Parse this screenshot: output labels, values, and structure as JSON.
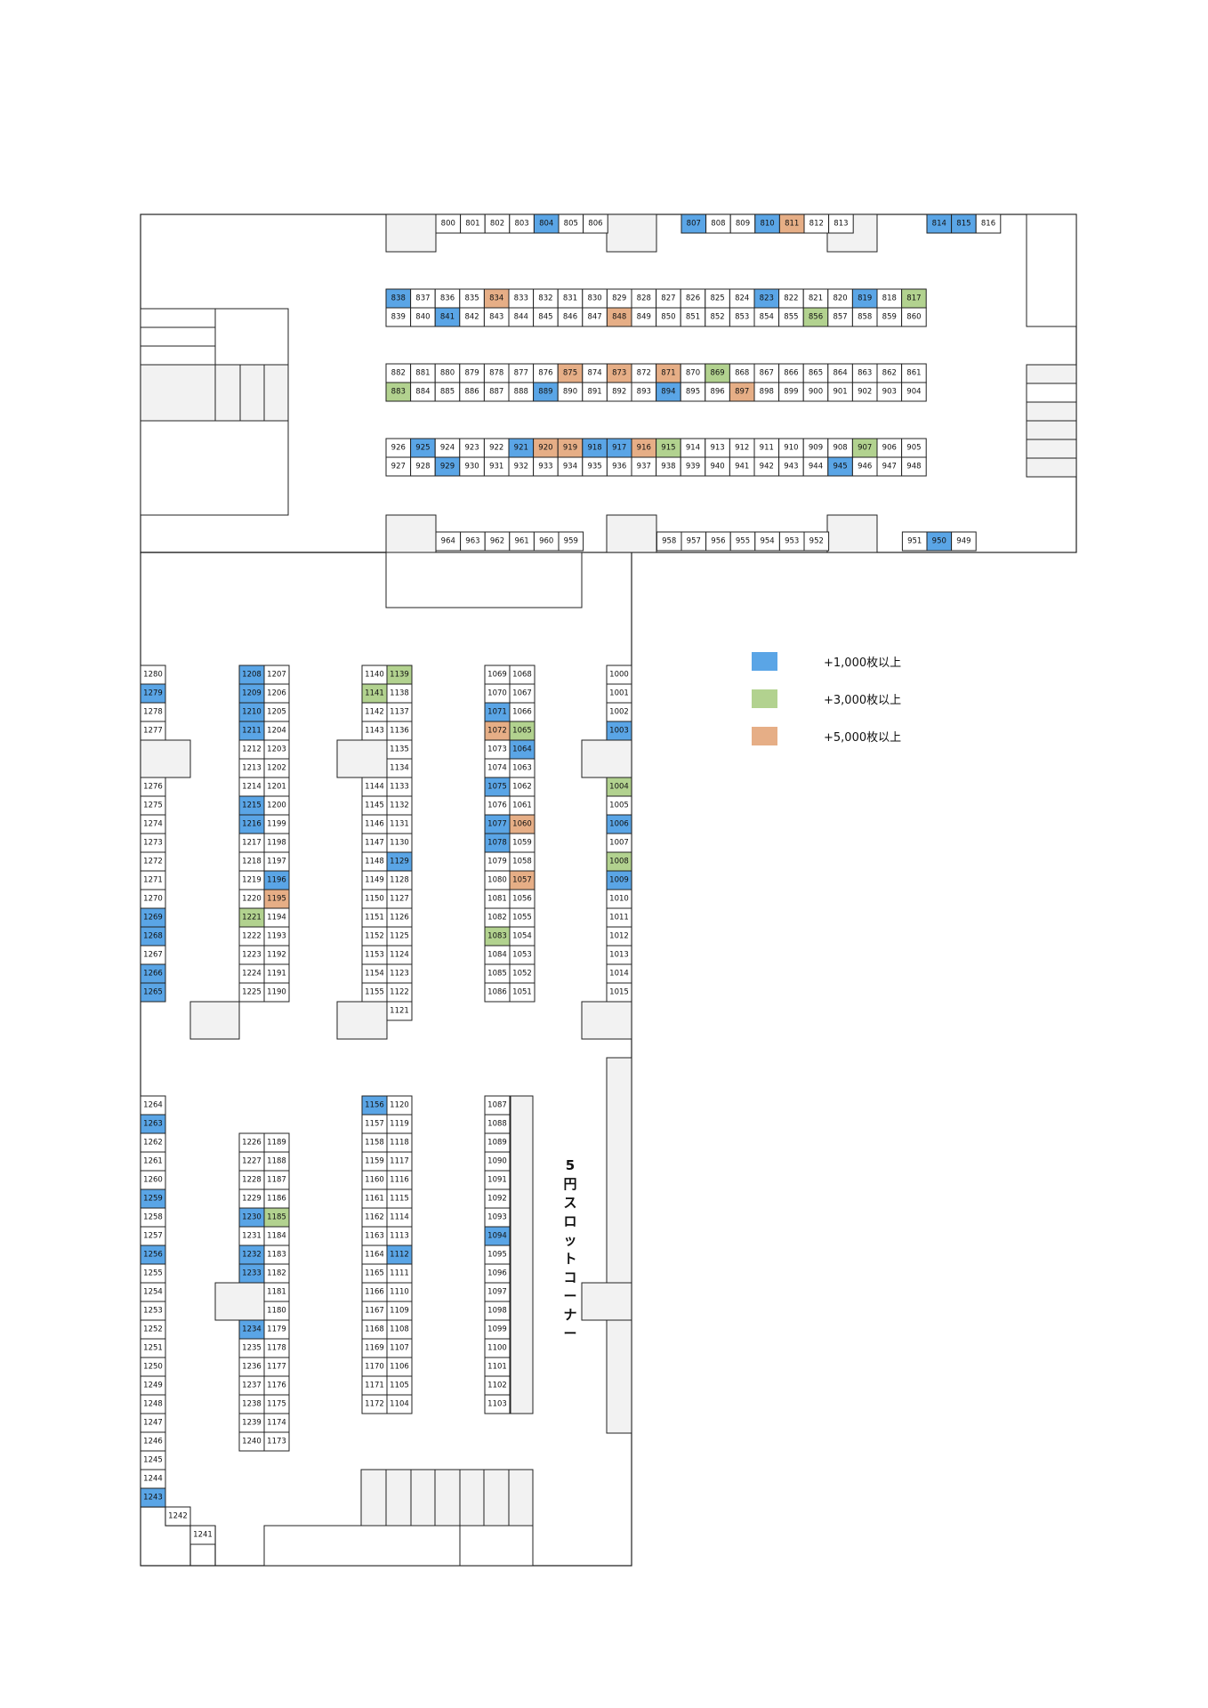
{
  "colors": {
    "blue": "#5aa5e6",
    "green": "#b2d28f",
    "orange": "#e6ae86"
  },
  "legend": [
    {
      "color": "blue",
      "label": "+1,000枚以上"
    },
    {
      "color": "green",
      "label": "+3,000枚以上"
    },
    {
      "color": "orange",
      "label": "+5,000枚以上"
    }
  ],
  "corner_label": "5円スロットコーナー",
  "rows": [
    {
      "cells": [
        [
          "800"
        ],
        [
          "801"
        ],
        [
          "802"
        ],
        [
          "803"
        ],
        [
          "804",
          "blue"
        ],
        [
          "805"
        ],
        [
          "806"
        ],
        null,
        null,
        null,
        [
          "807",
          "blue"
        ],
        [
          "808"
        ],
        [
          "809"
        ],
        [
          "810",
          "blue"
        ],
        [
          "811",
          "orange"
        ],
        [
          "812"
        ],
        [
          "813"
        ],
        null,
        null,
        null,
        [
          "814",
          "blue"
        ],
        [
          "815",
          "blue"
        ],
        [
          "816"
        ]
      ]
    },
    {
      "cells": [
        [
          "838",
          "blue"
        ],
        [
          "837"
        ],
        [
          "836"
        ],
        [
          "835"
        ],
        [
          "834",
          "orange"
        ],
        [
          "833"
        ],
        [
          "832"
        ],
        [
          "831"
        ],
        [
          "830"
        ],
        [
          "829"
        ],
        [
          "828"
        ],
        [
          "827"
        ],
        [
          "826"
        ],
        [
          "825"
        ],
        [
          "824"
        ],
        [
          "823",
          "blue"
        ],
        [
          "822"
        ],
        [
          "821"
        ],
        [
          "820"
        ],
        [
          "819",
          "blue"
        ],
        [
          "818"
        ],
        [
          "817",
          "green"
        ]
      ]
    },
    {
      "cells": [
        [
          "839"
        ],
        [
          "840"
        ],
        [
          "841",
          "blue"
        ],
        [
          "842"
        ],
        [
          "843"
        ],
        [
          "844"
        ],
        [
          "845"
        ],
        [
          "846"
        ],
        [
          "847"
        ],
        [
          "848",
          "orange"
        ],
        [
          "849"
        ],
        [
          "850"
        ],
        [
          "851"
        ],
        [
          "852"
        ],
        [
          "853"
        ],
        [
          "854"
        ],
        [
          "855"
        ],
        [
          "856",
          "green"
        ],
        [
          "857"
        ],
        [
          "858"
        ],
        [
          "859"
        ],
        [
          "860"
        ]
      ]
    },
    {
      "cells": [
        [
          "882"
        ],
        [
          "881"
        ],
        [
          "880"
        ],
        [
          "879"
        ],
        [
          "878"
        ],
        [
          "877"
        ],
        [
          "876"
        ],
        [
          "875",
          "orange"
        ],
        [
          "874"
        ],
        [
          "873",
          "orange"
        ],
        [
          "872"
        ],
        [
          "871",
          "orange"
        ],
        [
          "870"
        ],
        [
          "869",
          "green"
        ],
        [
          "868"
        ],
        [
          "867"
        ],
        [
          "866"
        ],
        [
          "865"
        ],
        [
          "864"
        ],
        [
          "863"
        ],
        [
          "862"
        ],
        [
          "861"
        ]
      ]
    },
    {
      "cells": [
        [
          "883",
          "green"
        ],
        [
          "884"
        ],
        [
          "885"
        ],
        [
          "886"
        ],
        [
          "887"
        ],
        [
          "888"
        ],
        [
          "889",
          "blue"
        ],
        [
          "890"
        ],
        [
          "891"
        ],
        [
          "892"
        ],
        [
          "893"
        ],
        [
          "894",
          "blue"
        ],
        [
          "895"
        ],
        [
          "896"
        ],
        [
          "897",
          "orange"
        ],
        [
          "898"
        ],
        [
          "899"
        ],
        [
          "900"
        ],
        [
          "901"
        ],
        [
          "902"
        ],
        [
          "903"
        ],
        [
          "904"
        ]
      ]
    },
    {
      "cells": [
        [
          "926"
        ],
        [
          "925",
          "blue"
        ],
        [
          "924"
        ],
        [
          "923"
        ],
        [
          "922"
        ],
        [
          "921",
          "blue"
        ],
        [
          "920",
          "orange"
        ],
        [
          "919",
          "orange"
        ],
        [
          "918",
          "blue"
        ],
        [
          "917",
          "blue"
        ],
        [
          "916",
          "orange"
        ],
        [
          "915",
          "green"
        ],
        [
          "914"
        ],
        [
          "913"
        ],
        [
          "912"
        ],
        [
          "911"
        ],
        [
          "910"
        ],
        [
          "909"
        ],
        [
          "908"
        ],
        [
          "907",
          "green"
        ],
        [
          "906"
        ],
        [
          "905"
        ]
      ]
    },
    {
      "cells": [
        [
          "927"
        ],
        [
          "928"
        ],
        [
          "929",
          "blue"
        ],
        [
          "930"
        ],
        [
          "931"
        ],
        [
          "932"
        ],
        [
          "933"
        ],
        [
          "934"
        ],
        [
          "935"
        ],
        [
          "936"
        ],
        [
          "937"
        ],
        [
          "938"
        ],
        [
          "939"
        ],
        [
          "940"
        ],
        [
          "941"
        ],
        [
          "942"
        ],
        [
          "943"
        ],
        [
          "944"
        ],
        [
          "945",
          "blue"
        ],
        [
          "946"
        ],
        [
          "947"
        ],
        [
          "948"
        ]
      ]
    },
    {
      "cells": [
        [
          "964"
        ],
        [
          "963"
        ],
        [
          "962"
        ],
        [
          "961"
        ],
        [
          "960"
        ],
        [
          "959"
        ],
        null,
        null,
        null,
        [
          "958"
        ],
        [
          "957"
        ],
        [
          "956"
        ],
        [
          "955"
        ],
        [
          "954"
        ],
        [
          "953"
        ],
        [
          "952"
        ],
        null,
        null,
        null,
        [
          "951"
        ],
        [
          "950",
          "blue"
        ],
        [
          "949"
        ]
      ]
    }
  ],
  "columns": [
    {
      "cells": [
        [
          "1280"
        ],
        [
          "1279",
          "blue"
        ],
        [
          "1278"
        ],
        [
          "1277"
        ],
        null,
        null,
        [
          "1276"
        ],
        [
          "1275"
        ],
        [
          "1274"
        ],
        [
          "1273"
        ],
        [
          "1272"
        ],
        [
          "1271"
        ],
        [
          "1270"
        ],
        [
          "1269",
          "blue"
        ],
        [
          "1268",
          "blue"
        ],
        [
          "1267"
        ],
        [
          "1266",
          "blue"
        ],
        [
          "1265",
          "blue"
        ]
      ]
    },
    {
      "cells": [
        [
          "1208",
          "blue"
        ],
        [
          "1209",
          "blue"
        ],
        [
          "1210",
          "blue"
        ],
        [
          "1211",
          "blue"
        ],
        [
          "1212"
        ],
        [
          "1213"
        ],
        [
          "1214"
        ],
        [
          "1215",
          "blue"
        ],
        [
          "1216",
          "blue"
        ],
        [
          "1217"
        ],
        [
          "1218"
        ],
        [
          "1219"
        ],
        [
          "1220"
        ],
        [
          "1221",
          "green"
        ],
        [
          "1222"
        ],
        [
          "1223"
        ],
        [
          "1224"
        ],
        [
          "1225"
        ]
      ]
    },
    {
      "cells": [
        [
          "1207"
        ],
        [
          "1206"
        ],
        [
          "1205"
        ],
        [
          "1204"
        ],
        [
          "1203"
        ],
        [
          "1202"
        ],
        [
          "1201"
        ],
        [
          "1200"
        ],
        [
          "1199"
        ],
        [
          "1198"
        ],
        [
          "1197"
        ],
        [
          "1196",
          "blue"
        ],
        [
          "1195",
          "orange"
        ],
        [
          "1194"
        ],
        [
          "1193"
        ],
        [
          "1192"
        ],
        [
          "1191"
        ],
        [
          "1190"
        ]
      ]
    },
    {
      "cells": [
        [
          "1140"
        ],
        [
          "1141",
          "green"
        ],
        [
          "1142"
        ],
        [
          "1143"
        ],
        null,
        null,
        [
          "1144"
        ],
        [
          "1145"
        ],
        [
          "1146"
        ],
        [
          "1147"
        ],
        [
          "1148"
        ],
        [
          "1149"
        ],
        [
          "1150"
        ],
        [
          "1151"
        ],
        [
          "1152"
        ],
        [
          "1153"
        ],
        [
          "1154"
        ],
        [
          "1155"
        ]
      ]
    },
    {
      "cells": [
        [
          "1139",
          "green"
        ],
        [
          "1138"
        ],
        [
          "1137"
        ],
        [
          "1136"
        ],
        [
          "1135"
        ],
        [
          "1134"
        ],
        [
          "1133"
        ],
        [
          "1132"
        ],
        [
          "1131"
        ],
        [
          "1130"
        ],
        [
          "1129",
          "blue"
        ],
        [
          "1128"
        ],
        [
          "1127"
        ],
        [
          "1126"
        ],
        [
          "1125"
        ],
        [
          "1124"
        ],
        [
          "1123"
        ],
        [
          "1122"
        ],
        [
          "1121"
        ]
      ]
    },
    {
      "cells": [
        [
          "1069"
        ],
        [
          "1070"
        ],
        [
          "1071",
          "blue"
        ],
        [
          "1072",
          "orange"
        ],
        [
          "1073"
        ],
        [
          "1074"
        ],
        [
          "1075",
          "blue"
        ],
        [
          "1076"
        ],
        [
          "1077",
          "blue"
        ],
        [
          "1078",
          "blue"
        ],
        [
          "1079"
        ],
        [
          "1080"
        ],
        [
          "1081"
        ],
        [
          "1082"
        ],
        [
          "1083",
          "green"
        ],
        [
          "1084"
        ],
        [
          "1085"
        ],
        [
          "1086"
        ]
      ]
    },
    {
      "cells": [
        [
          "1068"
        ],
        [
          "1067"
        ],
        [
          "1066"
        ],
        [
          "1065",
          "green"
        ],
        [
          "1064",
          "blue"
        ],
        [
          "1063"
        ],
        [
          "1062"
        ],
        [
          "1061"
        ],
        [
          "1060",
          "orange"
        ],
        [
          "1059"
        ],
        [
          "1058"
        ],
        [
          "1057",
          "orange"
        ],
        [
          "1056"
        ],
        [
          "1055"
        ],
        [
          "1054"
        ],
        [
          "1053"
        ],
        [
          "1052"
        ],
        [
          "1051"
        ]
      ]
    },
    {
      "cells": [
        [
          "1000"
        ],
        [
          "1001"
        ],
        [
          "1002"
        ],
        [
          "1003",
          "blue"
        ],
        null,
        null,
        [
          "1004",
          "green"
        ],
        [
          "1005"
        ],
        [
          "1006",
          "blue"
        ],
        [
          "1007"
        ],
        [
          "1008",
          "green"
        ],
        [
          "1009",
          "blue"
        ],
        [
          "1010"
        ],
        [
          "1011"
        ],
        [
          "1012"
        ],
        [
          "1013"
        ],
        [
          "1014"
        ],
        [
          "1015"
        ]
      ]
    },
    {
      "cells": [
        [
          "1264"
        ],
        [
          "1263",
          "blue"
        ],
        [
          "1262"
        ],
        [
          "1261"
        ],
        [
          "1260"
        ],
        [
          "1259",
          "blue"
        ],
        [
          "1258"
        ],
        [
          "1257"
        ],
        [
          "1256",
          "blue"
        ],
        [
          "1255"
        ],
        [
          "1254"
        ],
        [
          "1253"
        ],
        [
          "1252"
        ],
        [
          "1251"
        ],
        [
          "1250"
        ],
        [
          "1249"
        ],
        [
          "1248"
        ],
        [
          "1247"
        ],
        [
          "1246"
        ],
        [
          "1245"
        ],
        [
          "1244"
        ],
        [
          "1243",
          "blue"
        ]
      ]
    },
    {
      "cells": [
        [
          "1226"
        ],
        [
          "1227"
        ],
        [
          "1228"
        ],
        [
          "1229"
        ],
        [
          "1230",
          "blue"
        ],
        [
          "1231"
        ],
        [
          "1232",
          "blue"
        ],
        [
          "1233",
          "blue"
        ],
        null,
        null,
        [
          "1234",
          "blue"
        ],
        [
          "1235"
        ],
        [
          "1236"
        ],
        [
          "1237"
        ],
        [
          "1238"
        ],
        [
          "1239"
        ],
        [
          "1240"
        ]
      ]
    },
    {
      "cells": [
        [
          "1189"
        ],
        [
          "1188"
        ],
        [
          "1187"
        ],
        [
          "1186"
        ],
        [
          "1185",
          "green"
        ],
        [
          "1184"
        ],
        [
          "1183"
        ],
        [
          "1182"
        ],
        [
          "1181"
        ],
        [
          "1180"
        ],
        [
          "1179"
        ],
        [
          "1178"
        ],
        [
          "1177"
        ],
        [
          "1176"
        ],
        [
          "1175"
        ],
        [
          "1174"
        ],
        [
          "1173"
        ]
      ]
    },
    {
      "cells": [
        [
          "1156",
          "blue"
        ],
        [
          "1157"
        ],
        [
          "1158"
        ],
        [
          "1159"
        ],
        [
          "1160"
        ],
        [
          "1161"
        ],
        [
          "1162"
        ],
        [
          "1163"
        ],
        [
          "1164"
        ],
        [
          "1165"
        ],
        [
          "1166"
        ],
        [
          "1167"
        ],
        [
          "1168"
        ],
        [
          "1169"
        ],
        [
          "1170"
        ],
        [
          "1171"
        ],
        [
          "1172"
        ]
      ]
    },
    {
      "cells": [
        [
          "1120"
        ],
        [
          "1119"
        ],
        [
          "1118"
        ],
        [
          "1117"
        ],
        [
          "1116"
        ],
        [
          "1115"
        ],
        [
          "1114"
        ],
        [
          "1113"
        ],
        [
          "1112",
          "blue"
        ],
        [
          "1111"
        ],
        [
          "1110"
        ],
        [
          "1109"
        ],
        [
          "1108"
        ],
        [
          "1107"
        ],
        [
          "1106"
        ],
        [
          "1105"
        ],
        [
          "1104"
        ]
      ]
    },
    {
      "cells": [
        [
          "1087"
        ],
        [
          "1088"
        ],
        [
          "1089"
        ],
        [
          "1090"
        ],
        [
          "1091"
        ],
        [
          "1092"
        ],
        [
          "1093"
        ],
        [
          "1094",
          "blue"
        ],
        [
          "1095"
        ],
        [
          "1096"
        ],
        [
          "1097"
        ],
        [
          "1098"
        ],
        [
          "1099"
        ],
        [
          "1100"
        ],
        [
          "1101"
        ],
        [
          "1102"
        ],
        [
          "1103"
        ]
      ]
    },
    {
      "cells": [
        [
          "1242"
        ],
        [
          "1241"
        ]
      ]
    }
  ]
}
